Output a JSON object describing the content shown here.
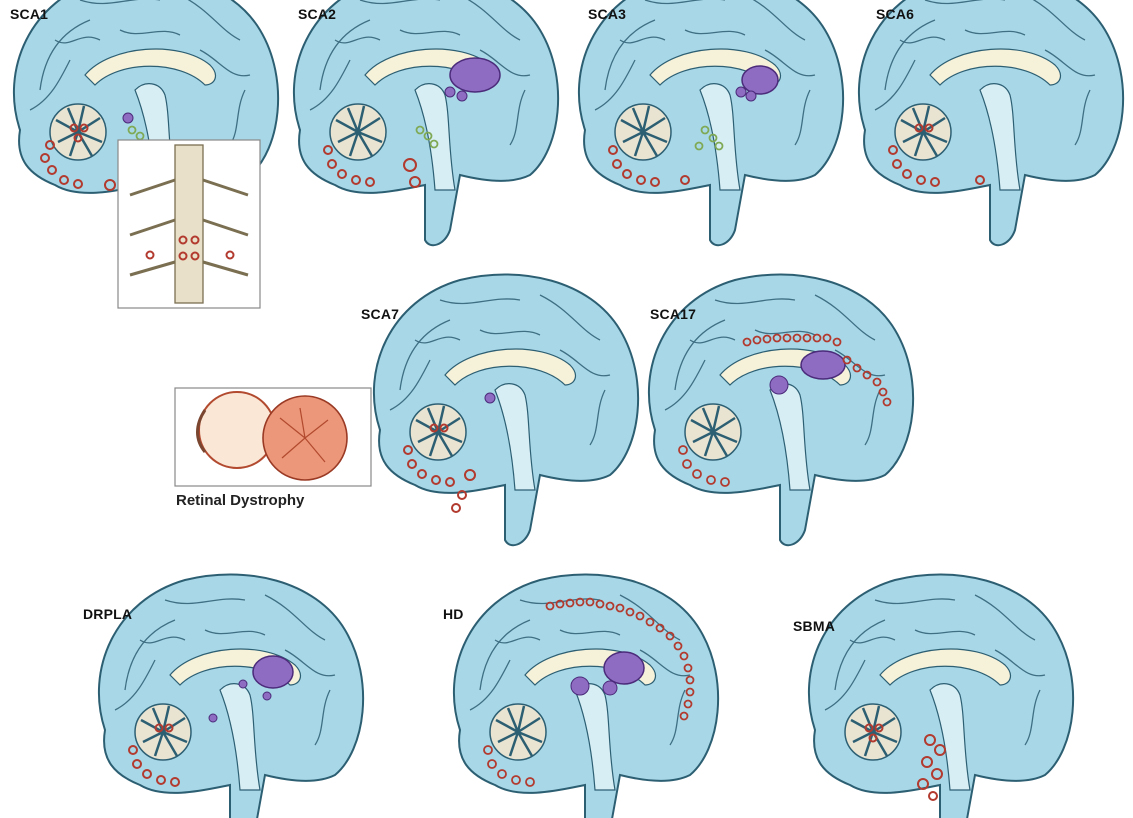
{
  "figure": {
    "panels": [
      {
        "id": "sca1",
        "label": "SCA1"
      },
      {
        "id": "sca2",
        "label": "SCA2"
      },
      {
        "id": "sca3",
        "label": "SCA3"
      },
      {
        "id": "sca6",
        "label": "SCA6"
      },
      {
        "id": "sca7",
        "label": "SCA7"
      },
      {
        "id": "sca17",
        "label": "SCA17"
      },
      {
        "id": "drpla",
        "label": "DRPLA"
      },
      {
        "id": "hd",
        "label": "HD"
      },
      {
        "id": "sbma",
        "label": "SBMA"
      }
    ],
    "retina_caption": "Retinal Dystrophy"
  },
  "colors": {
    "brain_fill": "#a8d8e8",
    "brain_outline": "#2d5f73",
    "cortex_line": "#3e6f83",
    "white_matter": "#f6f1d9",
    "lesion_ring": "#b23a2e",
    "nucleus_purple": "#8e6cc2",
    "green_ring": "#7fa954",
    "cerebellum_fill": "#e9e4d2",
    "eye_red": "#ec9779",
    "spinal_fill": "#e8e0c8"
  }
}
